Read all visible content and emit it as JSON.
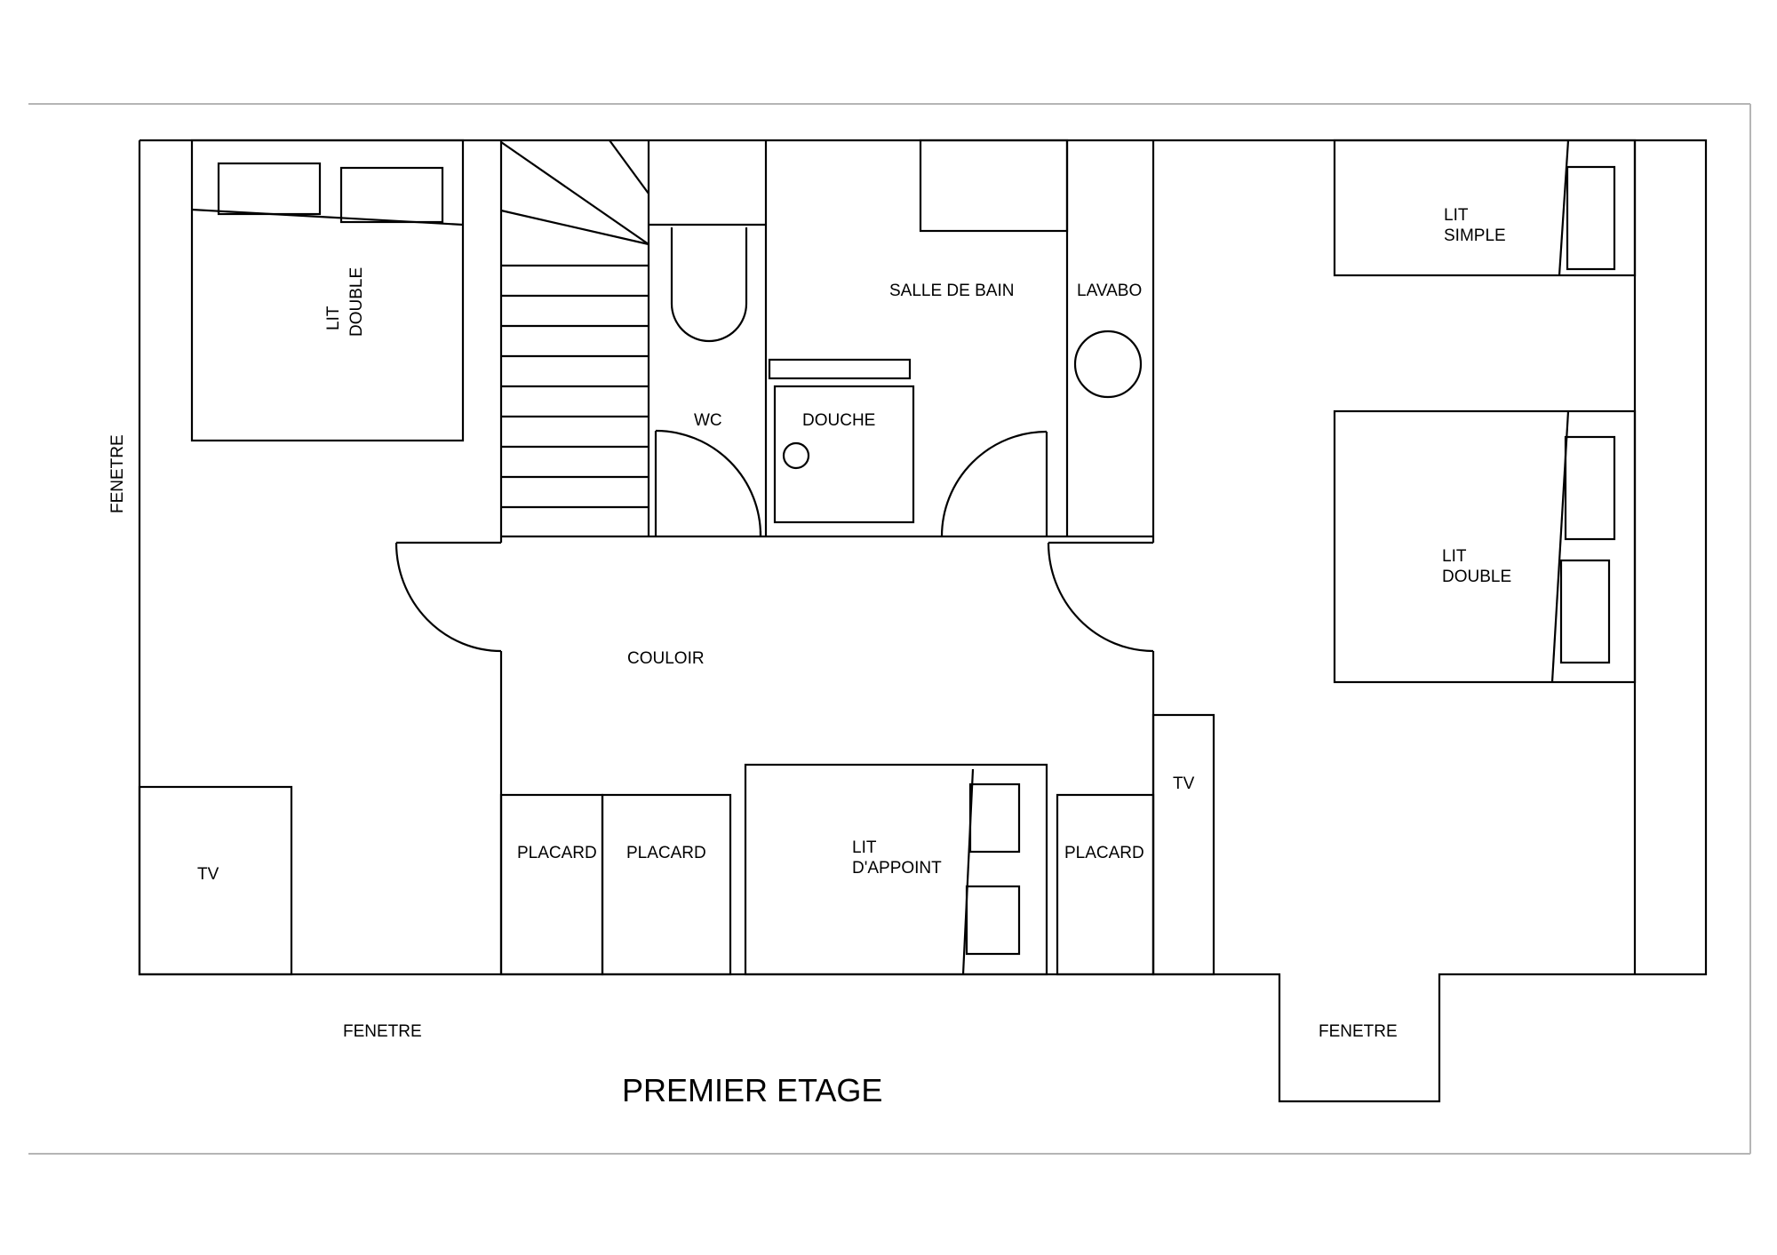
{
  "title": "PREMIER ETAGE",
  "labels": {
    "lit_double_left_line1": "LIT",
    "lit_double_left_line2": "DOUBLE",
    "fenetre_left": "FENETRE",
    "salle_de_bain": "SALLE DE BAIN",
    "lavabo": "LAVABO",
    "wc": "WC",
    "douche": "DOUCHE",
    "couloir": "COULOIR",
    "placard_1": "PLACARD",
    "placard_2": "PLACARD",
    "placard_3": "PLACARD",
    "lit_appoint_line1": "LIT",
    "lit_appoint_line2": "D'APPOINT",
    "tv_left": "TV",
    "tv_right": "TV",
    "lit_simple_line1": "LIT",
    "lit_simple_line2": "SIMPLE",
    "lit_double_right_line1": "LIT",
    "lit_double_right_line2": "DOUBLE",
    "fenetre_bottom": "FENETRE",
    "fenetre_bay": "FENETRE"
  }
}
